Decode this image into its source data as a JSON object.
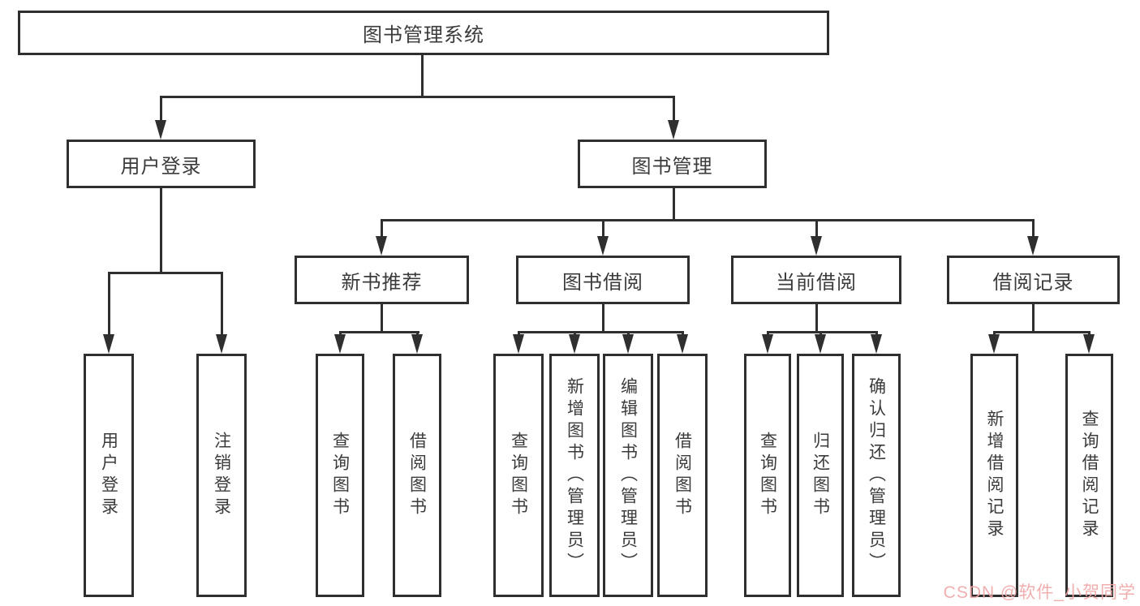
{
  "diagram": {
    "root": {
      "label": "图书管理系统"
    },
    "level2": {
      "user_login": {
        "label": "用户登录"
      },
      "book_management": {
        "label": "图书管理"
      }
    },
    "level3": {
      "new_book_recommend": {
        "label": "新书推荐"
      },
      "book_borrow": {
        "label": "图书借阅"
      },
      "current_borrow": {
        "label": "当前借阅"
      },
      "borrow_records": {
        "label": "借阅记录"
      }
    },
    "leaves": {
      "user_login": [
        "用户登录",
        "注销登录"
      ],
      "new_book_recommend": [
        "查询图书",
        "借阅图书"
      ],
      "book_borrow": [
        "查询图书",
        "新增图书（管理员）",
        "编辑图书（管理员）",
        "借阅图书"
      ],
      "current_borrow": [
        "查询图书",
        "归还图书",
        "确认归还（管理员）"
      ],
      "borrow_records": [
        "新增借阅记录",
        "查询借阅记录"
      ]
    }
  },
  "watermark": {
    "text": "CSDN @软件_小贺同学",
    "color": "#f0a6a6"
  },
  "colors": {
    "line": "#2f2f2f",
    "text": "#3b3b3b",
    "background": "#ffffff"
  }
}
